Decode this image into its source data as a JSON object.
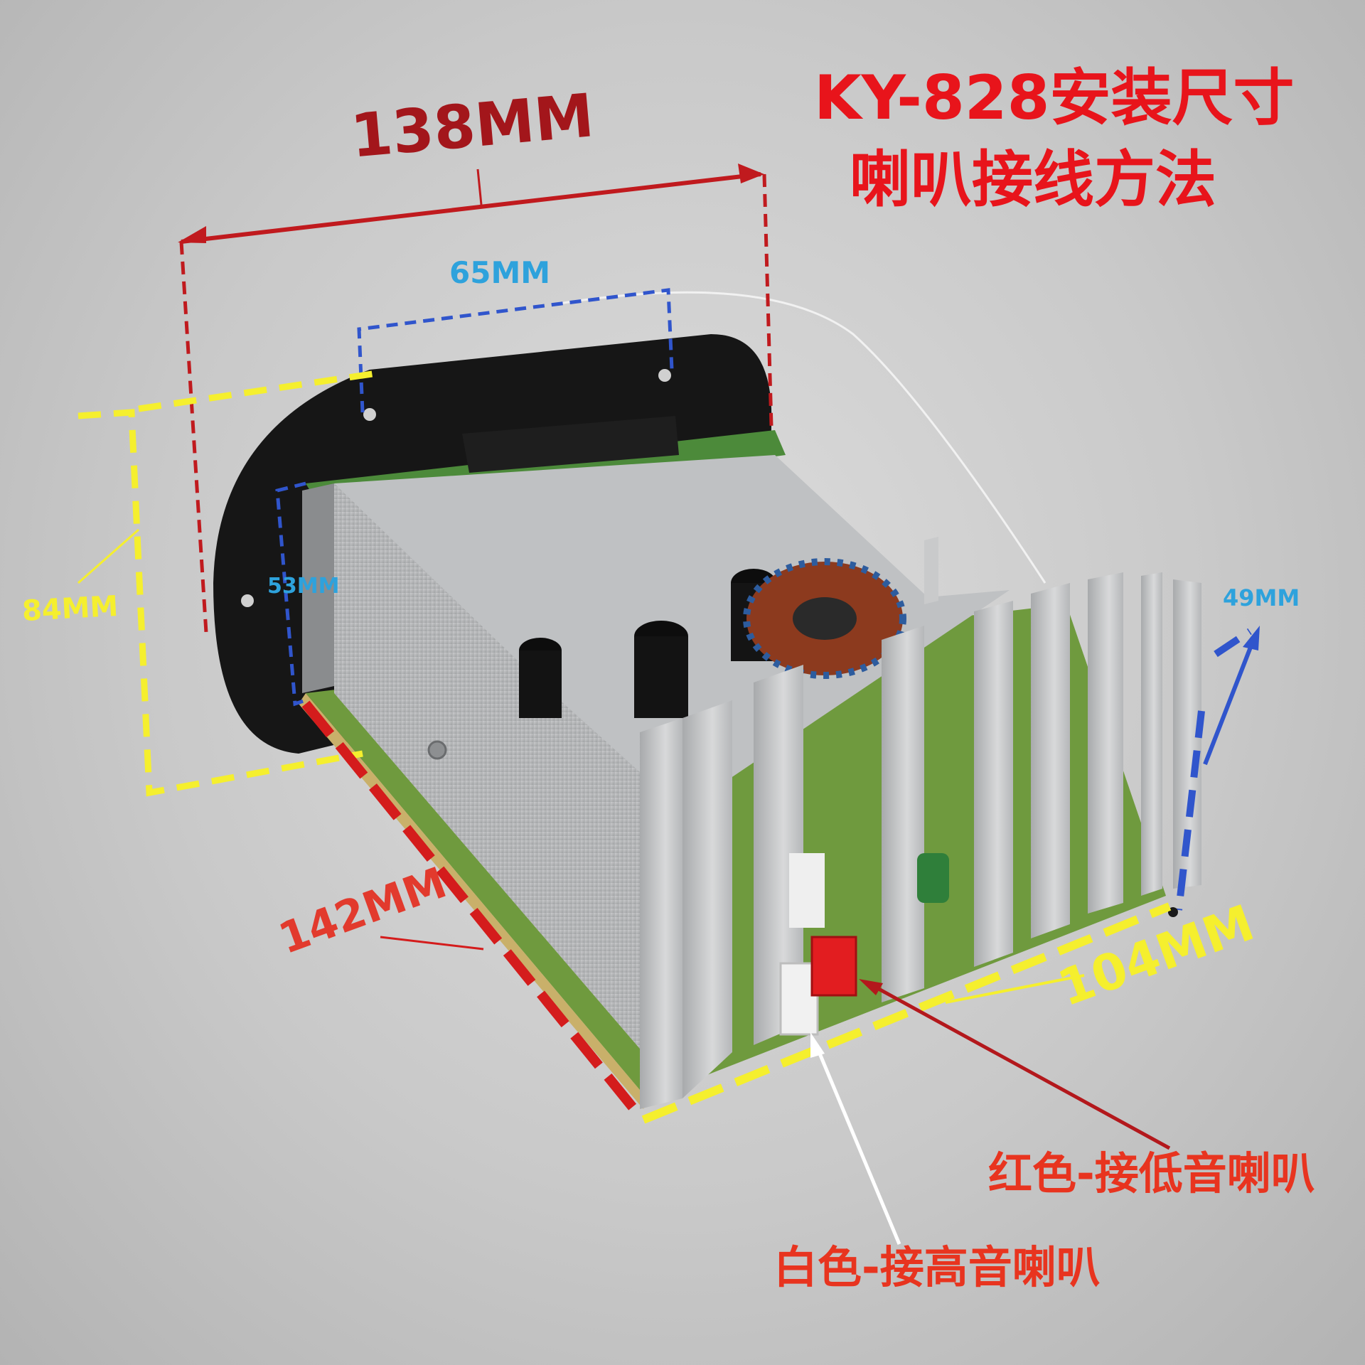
{
  "title": {
    "line1": "KY-828安装尺寸",
    "line2": "喇叭接线方法"
  },
  "dimensions": {
    "width_top": "138MM",
    "hole_spacing": "65MM",
    "depth_side": "53MM",
    "plate_height": "84MM",
    "heatsink_height": "49MM",
    "length": "142MM",
    "width_front": "104MM"
  },
  "wiring": {
    "red": "红色-接低音喇叭",
    "white": "白色-接高音喇叭"
  },
  "colors": {
    "title_red": "#e8141b",
    "dim_dark_red": "#a3161b",
    "dim_red": "#e23a2d",
    "dim_blue": "#2ea2dc",
    "dim_yellow": "#f5ef2e",
    "aluminum": "#c4c6c8",
    "pcb_green": "#4c8a3a",
    "plate_black": "#161616"
  }
}
